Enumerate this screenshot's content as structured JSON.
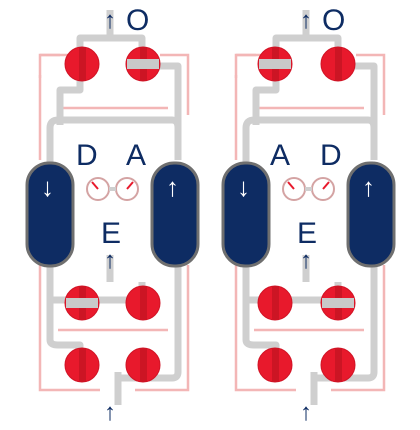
{
  "colors": {
    "vessel_fill": "#0e2c63",
    "vessel_stroke": "#6f6f6f",
    "valve_red": "#e8192c",
    "valve_dark_red": "#b5121f",
    "valve_bar": "#c9c9c9",
    "pipe_grey": "#cfcfcf",
    "pipe_outline": "#f3b6b6",
    "label": "#0e2c63"
  },
  "left_unit": {
    "outlet_label": "O",
    "outlet_arrow": "↑",
    "vessel_left_label": "D",
    "vessel_right_label": "A",
    "vessel_left_arrow": "↓",
    "vessel_right_arrow": "↑",
    "exhaust_label": "E",
    "exhaust_arrow": "↑",
    "inlet_arrow": "↑"
  },
  "right_unit": {
    "outlet_label": "O",
    "outlet_arrow": "↑",
    "vessel_left_label": "A",
    "vessel_right_label": "D",
    "vessel_left_arrow": "↓",
    "vessel_right_arrow": "↑",
    "exhaust_label": "E",
    "exhaust_arrow": "↑",
    "inlet_arrow": "↑"
  }
}
